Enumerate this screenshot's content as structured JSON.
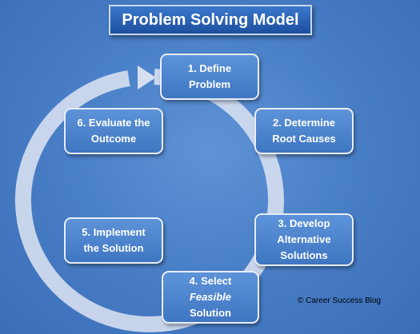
{
  "title": "Problem Solving Model",
  "steps": [
    {
      "line1": "1. Define",
      "line2": "Problem"
    },
    {
      "line1": "2. Determine",
      "line2": "Root Causes"
    },
    {
      "line1": "3. Develop",
      "line2": "Alternative",
      "line3": "Solutions"
    },
    {
      "line1": "4. Select",
      "line2": "Feasible",
      "line3": "Solution"
    },
    {
      "line1": "5. Implement",
      "line2": "the Solution"
    },
    {
      "line1": "6. Evaluate the",
      "line2": "Outcome"
    }
  ],
  "copyright": "© Career Success Blog",
  "colors": {
    "background": "#4a80c8",
    "cycle_ring": "#d6dff0",
    "box_fill": "#4f86cf",
    "box_border": "#e8eef8"
  }
}
